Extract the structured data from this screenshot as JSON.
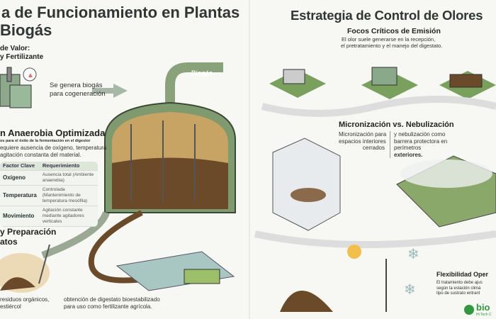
{
  "left": {
    "title_line1": "a de Funcionamiento en Plantas",
    "title_line2": "Biogás",
    "value_heading_1": "de Valor:",
    "value_heading_2": "y Fertilizante",
    "cogeneration_1": "Se genera biogás",
    "cogeneration_2": "para cogeneración",
    "pipe_label": "Biogás",
    "anaerobic_heading": "n Anaerobia Optimizada",
    "anaerobic_sub": "os para el éxito de la fermentación en el digestor",
    "anaerobic_desc_1": "equiere ausencia de oxígeno, temperatura",
    "anaerobic_desc_2": " agitación constanta del material.",
    "table": {
      "headers": [
        "Factor Clave",
        "Requerimiento"
      ],
      "rows": [
        [
          "Oxígeno",
          "Ausencia total (Ambiente anaerebia)"
        ],
        [
          "Temperatura",
          "Controlada (Mantenimiento de temperatura mesófila)"
        ],
        [
          "Movimiento",
          "Agitación constante mediante agitadores verticales"
        ]
      ]
    },
    "prep_heading_1": "y Preparación",
    "prep_heading_2": "atos",
    "prep_desc_1": "residuos orgánicos,",
    "prep_desc_2": "estiércol",
    "digestate_1": "obtención de digestato bioestabilizado",
    "digestate_2": "para uso como fertilizante agrícola."
  },
  "right": {
    "title": "Estrategia de Control de Olores",
    "focus_heading": "Focos Críticos de Emisión",
    "focus_desc_1": "El olor suele generarse en la recepción,",
    "focus_desc_2": "el pretratamiento y el manejo del digestato.",
    "micro_heading": "Micronización vs. Nebulización",
    "micro_left": [
      "Micronización para",
      "espacios interiores",
      "cerrados"
    ],
    "micro_right": [
      "y nebulización como",
      "barrera protectora en",
      "perímetros"
    ],
    "micro_right_bold": "exteriores.",
    "flex_heading": "Flexibilidad Oper",
    "flex_desc": [
      "El tratamiento debe ajus",
      "según la estación climá",
      "tipo de sustrato entrant"
    ],
    "logo_text": "bio",
    "logo_sub": "Hi Tech C"
  },
  "colors": {
    "green": "#7a9a6a",
    "brown": "#6b4a2a",
    "logo": "#2e9a3e"
  }
}
